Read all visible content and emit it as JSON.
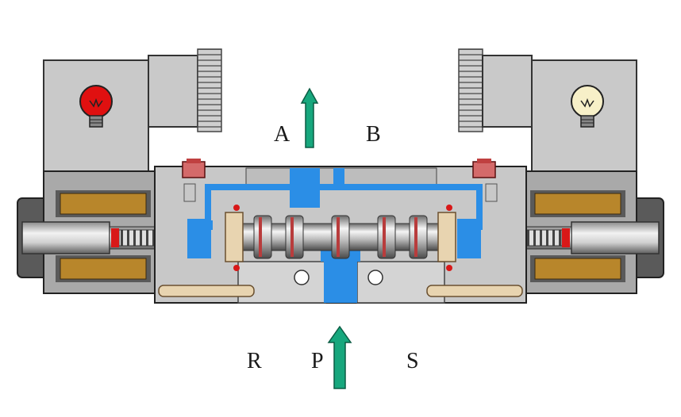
{
  "ports": {
    "a": "A",
    "b": "B",
    "r": "R",
    "p": "P",
    "s": "S"
  },
  "colors": {
    "body_grey": "#c8c8c8",
    "housing_grey": "#a9a9a9",
    "dark_grey": "#5a5a5a",
    "pressure_blue": "#2b8ee6",
    "arrow_green": "#17a77d",
    "coil_brown": "#b8862b",
    "seal_red": "#d81818",
    "lamp_on": "#e01010",
    "lamp_off": "#f7f0c8",
    "spring_tan": "#e8d4b0"
  },
  "icons": {
    "left_lamp": "lamp-on-icon",
    "right_lamp": "lamp-off-icon",
    "flow_arrow": "arrow-up-icon"
  }
}
